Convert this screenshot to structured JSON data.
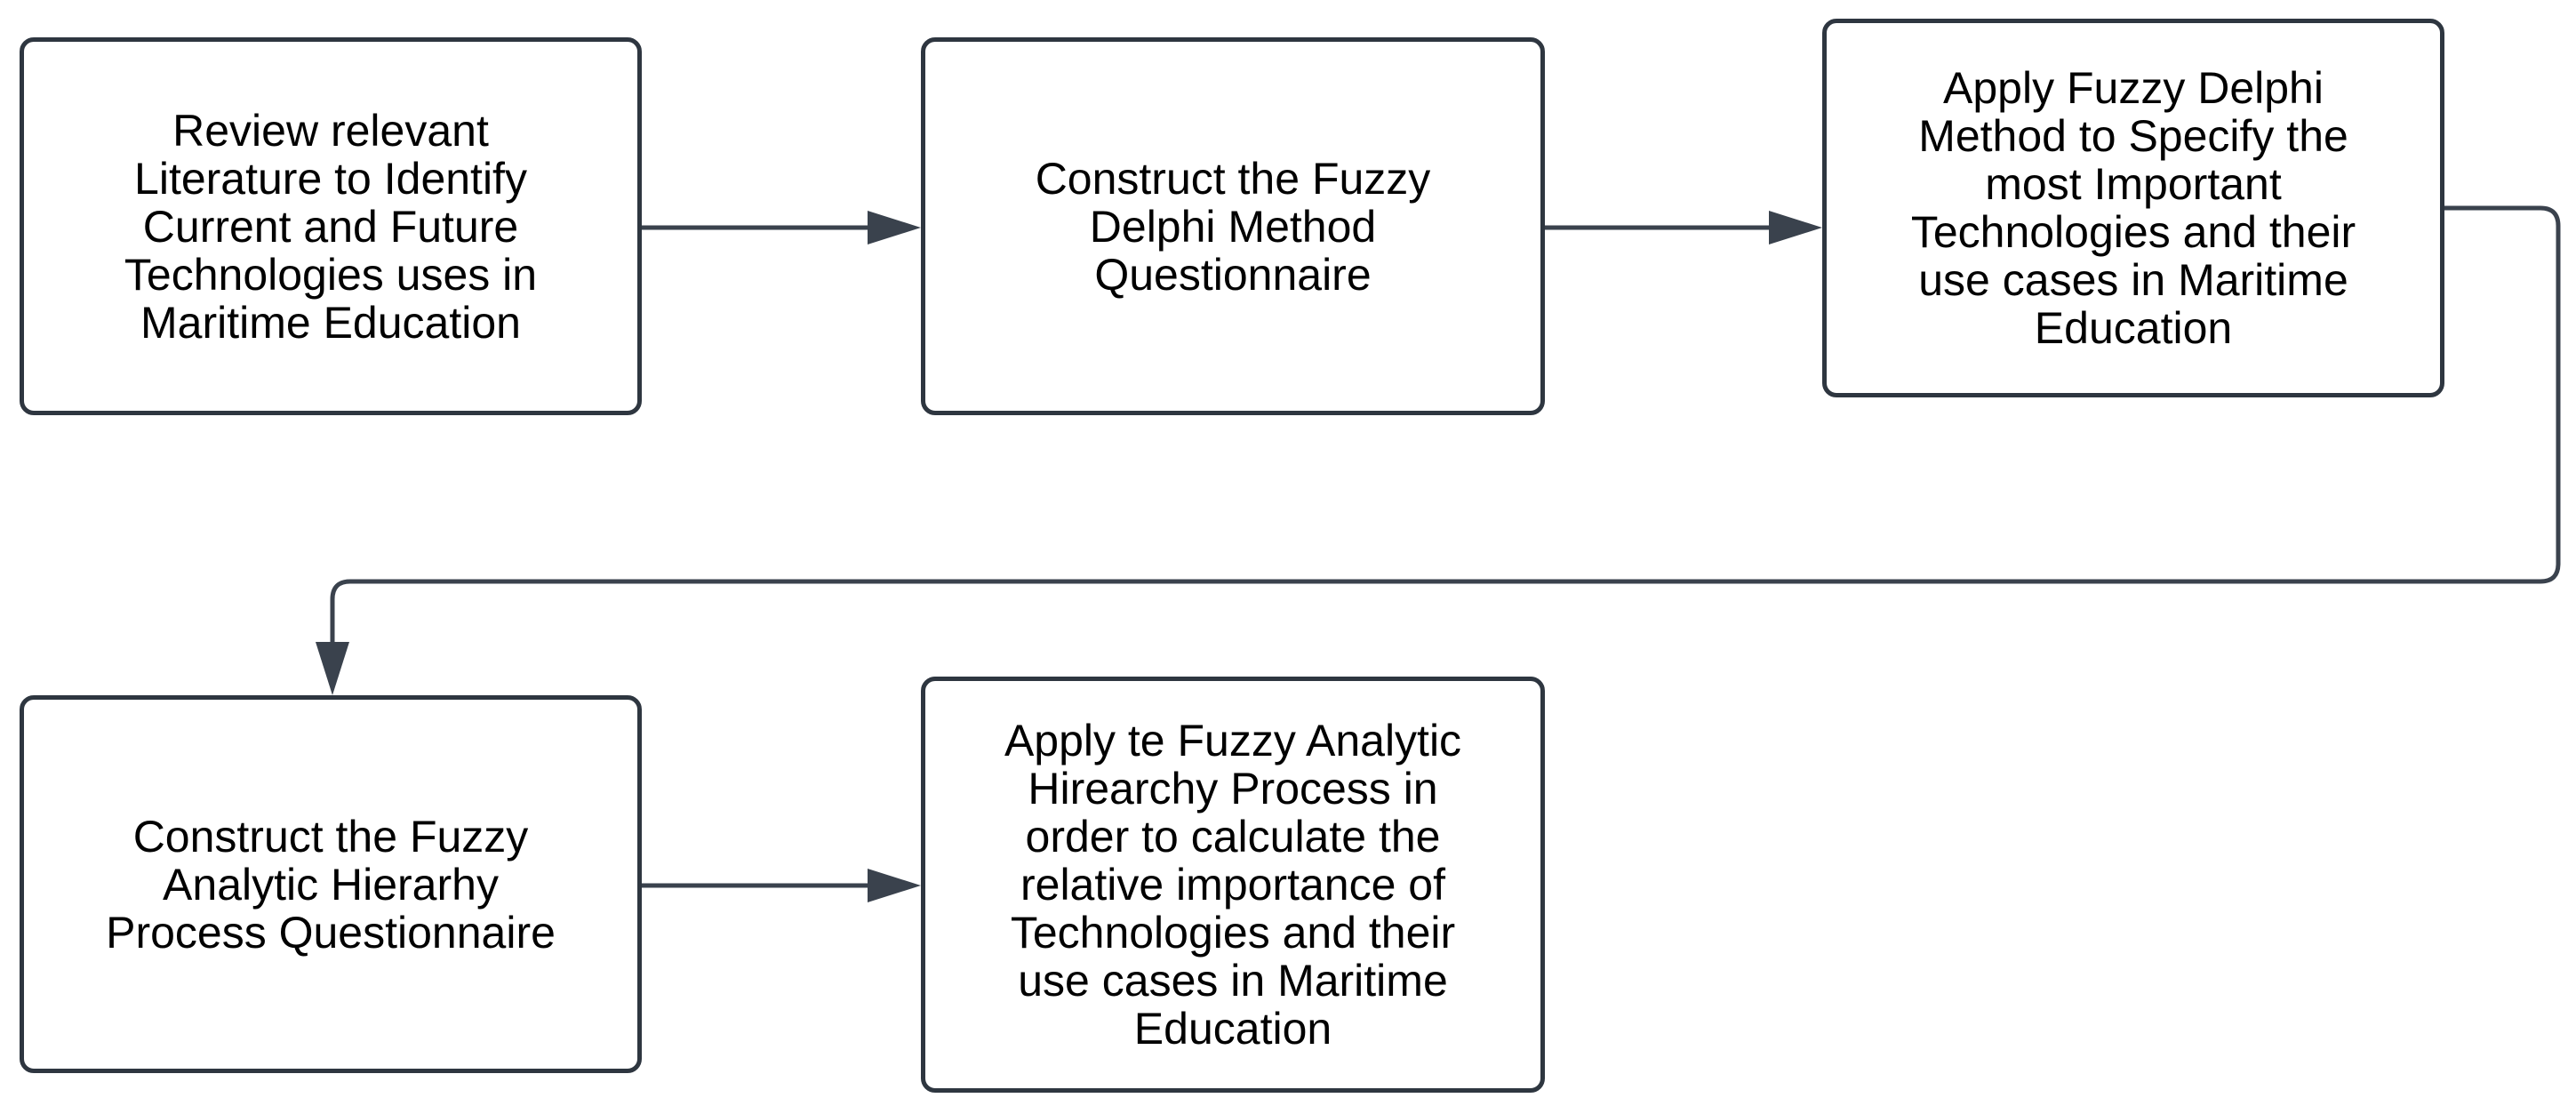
{
  "flowchart": {
    "steps": [
      {
        "id": "step-1",
        "text": "Review relevant\nLiterature  to Identify\nCurrent and Future\nTechnologies uses in\nMaritime Education"
      },
      {
        "id": "step-2",
        "text": "Construct the Fuzzy\nDelphi Method\nQuestionnaire"
      },
      {
        "id": "step-3",
        "text": "Apply Fuzzy Delphi\nMethod to Specify the\nmost Important\nTechnologies and their\nuse cases in Maritime\nEducation"
      },
      {
        "id": "step-4",
        "text": "Construct the Fuzzy\nAnalytic Hierarhy\nProcess Questionnaire"
      },
      {
        "id": "step-5",
        "text": "Apply te Fuzzy Analytic\nHirearchy Process in\norder to calculate the\nrelative importance of\nTechnologies and their\nuse cases in Maritime\nEducation"
      }
    ],
    "connections": [
      {
        "from": "step-1",
        "to": "step-2"
      },
      {
        "from": "step-2",
        "to": "step-3"
      },
      {
        "from": "step-3",
        "to": "step-4"
      },
      {
        "from": "step-4",
        "to": "step-5"
      }
    ],
    "colors": {
      "box_border": "#2e3640",
      "connector": "#3a424d",
      "text": "#000000",
      "background": "#ffffff"
    }
  }
}
